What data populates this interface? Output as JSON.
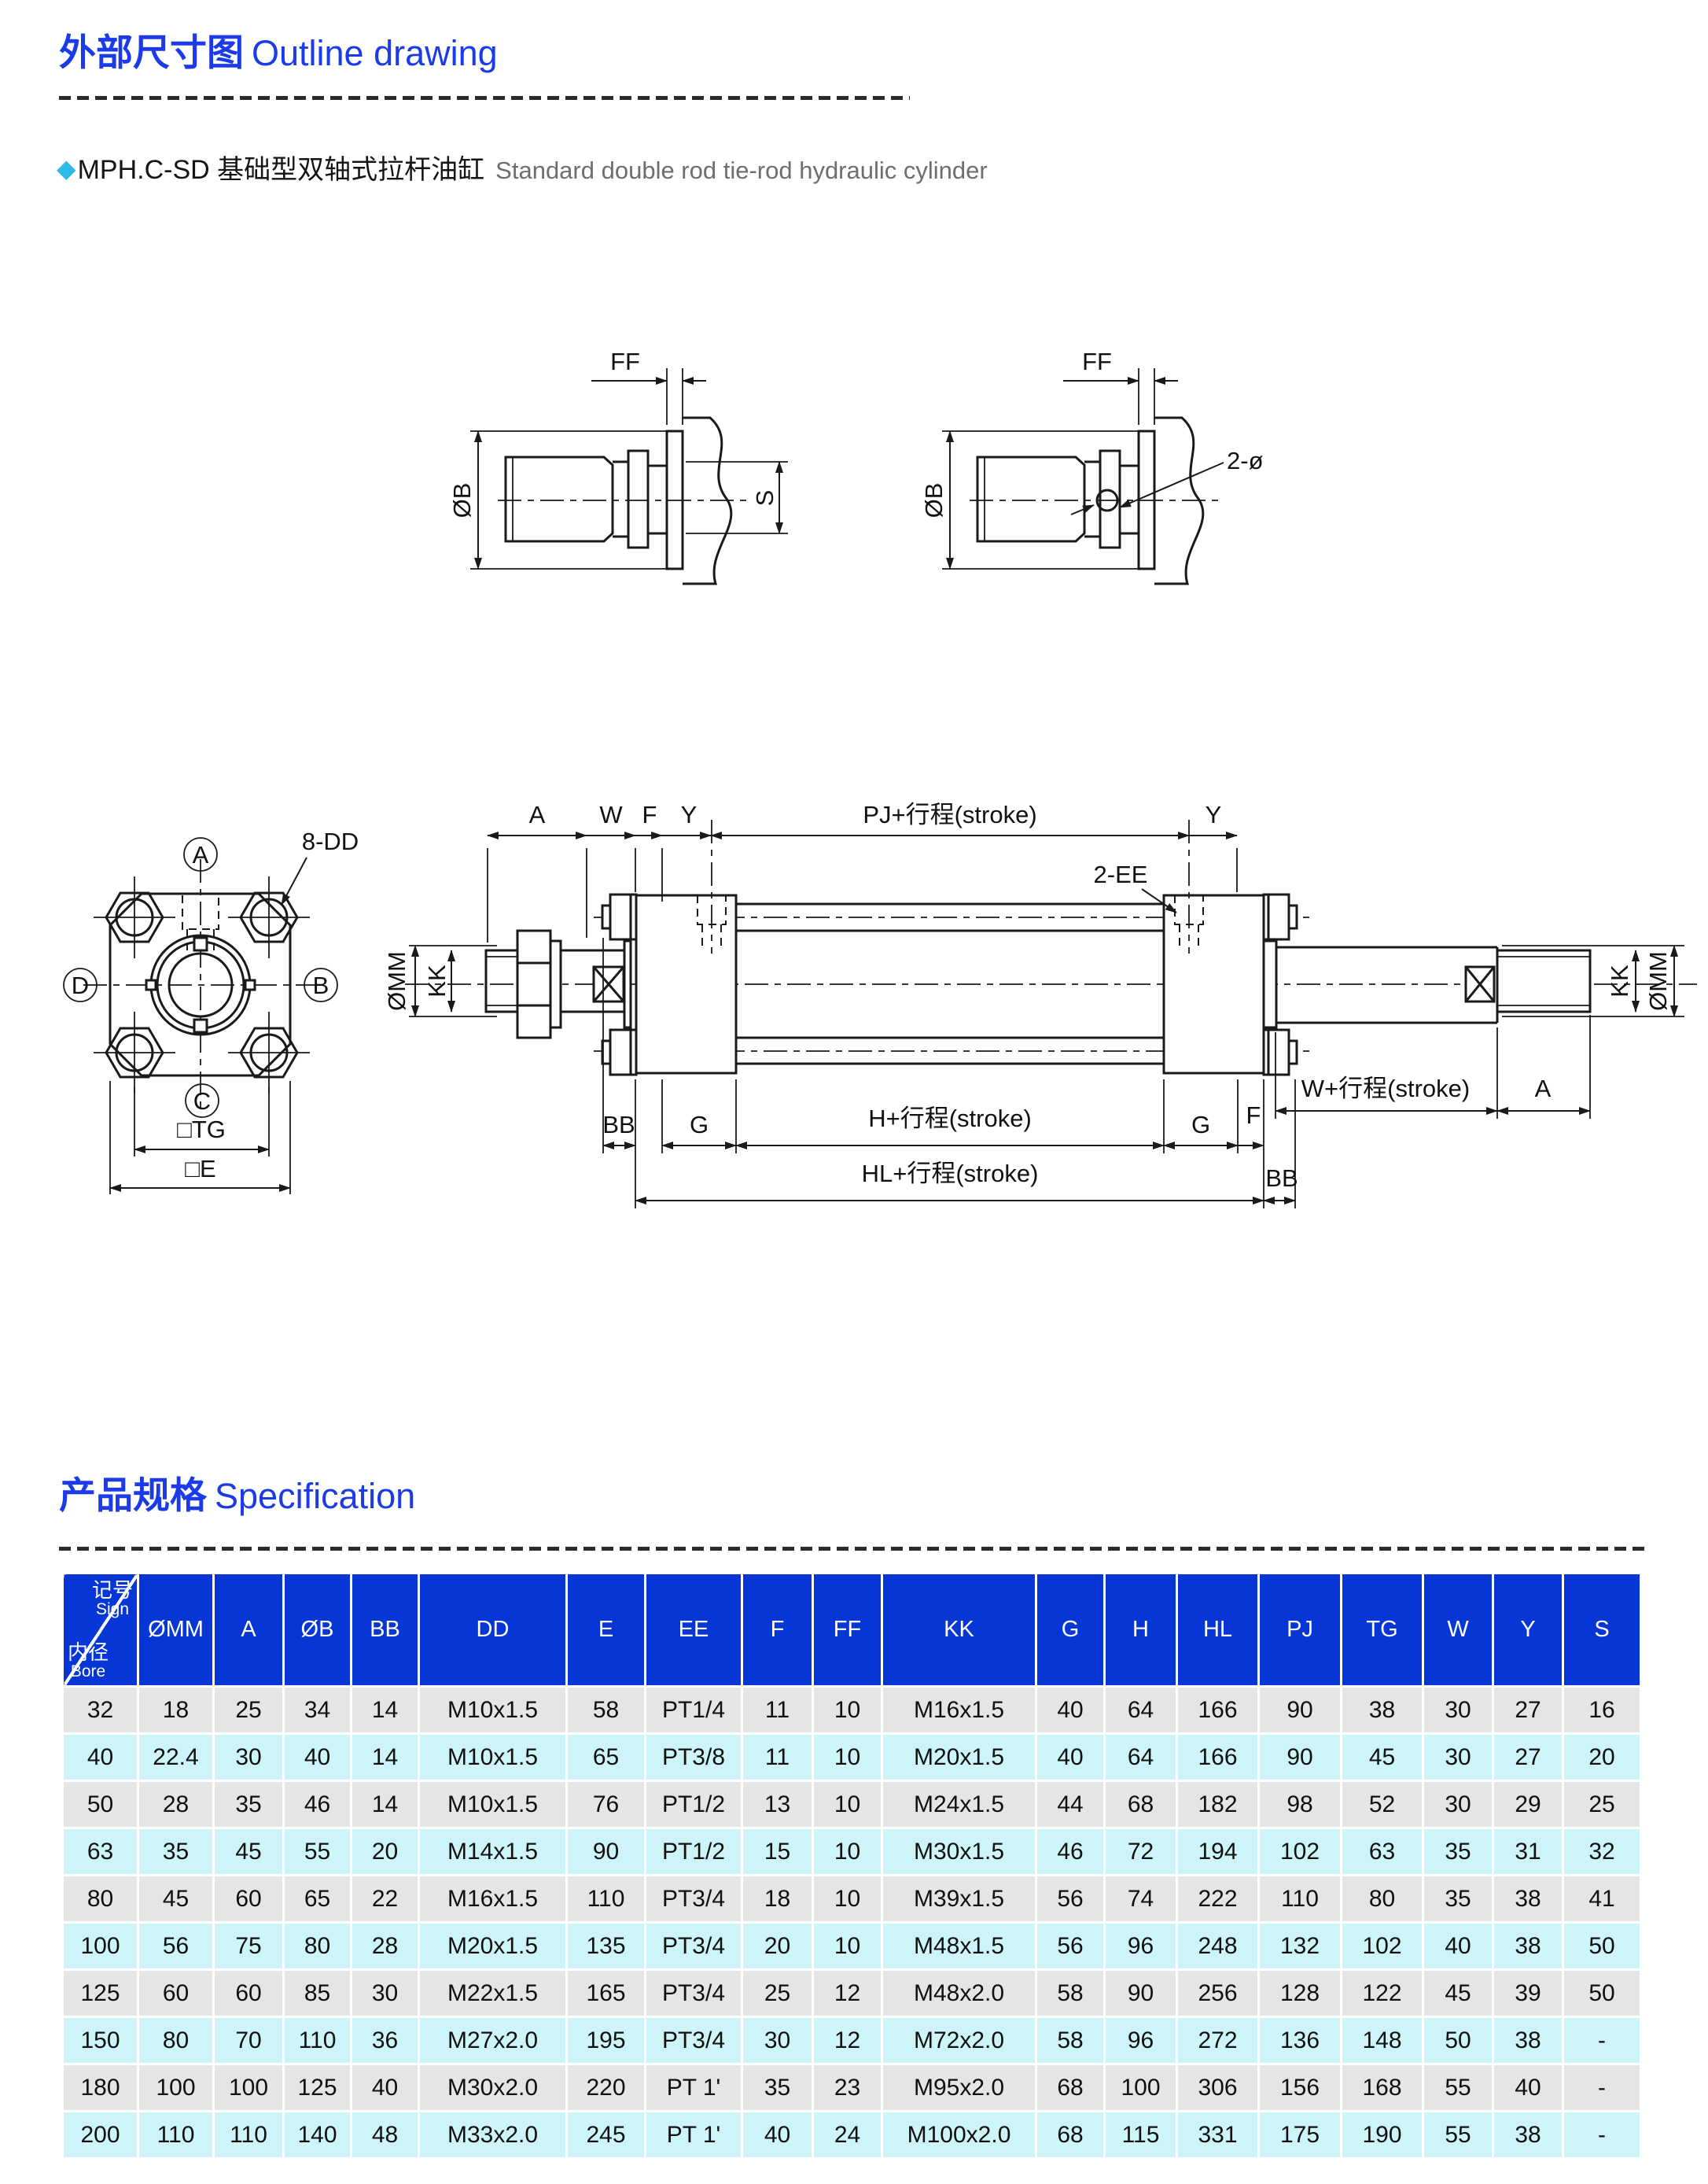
{
  "page": {
    "section1": {
      "title_zh": "外部尺寸图",
      "title_en": "Outline drawing"
    },
    "product": {
      "bullet": "◆",
      "name_zh": "MPH.C-SD 基础型双轴式拉杆油缸",
      "name_en": "Standard double rod tie-rod hydraulic cylinder"
    },
    "section2": {
      "title_zh": "产品规格",
      "title_en": "Specification"
    }
  },
  "colors": {
    "title_blue": "#1b3ae8",
    "table_header_blue": "#0636d6",
    "row_gray": "#e5e5e5",
    "row_cyan": "#cdf5f9",
    "diamond_cyan": "#2fb9e9"
  },
  "drawing": {
    "detail_left": {
      "ff": "FF",
      "ob": "ØB",
      "s": "S"
    },
    "detail_right": {
      "ff": "FF",
      "ob": "ØB",
      "hole": "2-ø"
    },
    "flange": {
      "a": "A",
      "b": "B",
      "c": "C",
      "d": "D",
      "dd": "8-DD",
      "tg": "□TG",
      "e": "□E"
    },
    "side": {
      "a": "A",
      "w": "W",
      "f": "F",
      "y": "Y",
      "pj": "PJ+行程(stroke)",
      "y2": "Y",
      "ee": "2-EE",
      "omm_left": "ØMM",
      "kk_left": "KK",
      "kk_right": "KK",
      "omm_right": "ØMM",
      "bb_left": "BB",
      "g_left": "G",
      "h": "H+行程(stroke)",
      "g_right": "G",
      "f_right": "F",
      "hl": "HL+行程(stroke)",
      "bb_right": "BB",
      "w_stroke": "W+行程(stroke)",
      "a_right": "A"
    }
  },
  "table": {
    "corner": {
      "sign_zh": "记号",
      "sign_en": "Sign",
      "bore_zh": "内径",
      "bore_en": "Bore"
    },
    "columns": [
      "ØMM",
      "A",
      "ØB",
      "BB",
      "DD",
      "E",
      "EE",
      "F",
      "FF",
      "KK",
      "G",
      "H",
      "HL",
      "PJ",
      "TG",
      "W",
      "Y",
      "S"
    ],
    "rows": [
      [
        "32",
        "18",
        "25",
        "34",
        "14",
        "M10x1.5",
        "58",
        "PT1/4",
        "11",
        "10",
        "M16x1.5",
        "40",
        "64",
        "166",
        "90",
        "38",
        "30",
        "27",
        "16"
      ],
      [
        "40",
        "22.4",
        "30",
        "40",
        "14",
        "M10x1.5",
        "65",
        "PT3/8",
        "11",
        "10",
        "M20x1.5",
        "40",
        "64",
        "166",
        "90",
        "45",
        "30",
        "27",
        "20"
      ],
      [
        "50",
        "28",
        "35",
        "46",
        "14",
        "M10x1.5",
        "76",
        "PT1/2",
        "13",
        "10",
        "M24x1.5",
        "44",
        "68",
        "182",
        "98",
        "52",
        "30",
        "29",
        "25"
      ],
      [
        "63",
        "35",
        "45",
        "55",
        "20",
        "M14x1.5",
        "90",
        "PT1/2",
        "15",
        "10",
        "M30x1.5",
        "46",
        "72",
        "194",
        "102",
        "63",
        "35",
        "31",
        "32"
      ],
      [
        "80",
        "45",
        "60",
        "65",
        "22",
        "M16x1.5",
        "110",
        "PT3/4",
        "18",
        "10",
        "M39x1.5",
        "56",
        "74",
        "222",
        "110",
        "80",
        "35",
        "38",
        "41"
      ],
      [
        "100",
        "56",
        "75",
        "80",
        "28",
        "M20x1.5",
        "135",
        "PT3/4",
        "20",
        "10",
        "M48x1.5",
        "56",
        "96",
        "248",
        "132",
        "102",
        "40",
        "38",
        "50"
      ],
      [
        "125",
        "60",
        "60",
        "85",
        "30",
        "M22x1.5",
        "165",
        "PT3/4",
        "25",
        "12",
        "M48x2.0",
        "58",
        "90",
        "256",
        "128",
        "122",
        "45",
        "39",
        "50"
      ],
      [
        "150",
        "80",
        "70",
        "110",
        "36",
        "M27x2.0",
        "195",
        "PT3/4",
        "30",
        "12",
        "M72x2.0",
        "58",
        "96",
        "272",
        "136",
        "148",
        "50",
        "38",
        "-"
      ],
      [
        "180",
        "100",
        "100",
        "125",
        "40",
        "M30x2.0",
        "220",
        "PT 1'",
        "35",
        "23",
        "M95x2.0",
        "68",
        "100",
        "306",
        "156",
        "168",
        "55",
        "40",
        "-"
      ],
      [
        "200",
        "110",
        "110",
        "140",
        "48",
        "M33x2.0",
        "245",
        "PT 1'",
        "40",
        "24",
        "M100x2.0",
        "68",
        "115",
        "331",
        "175",
        "190",
        "55",
        "38",
        "-"
      ]
    ]
  }
}
